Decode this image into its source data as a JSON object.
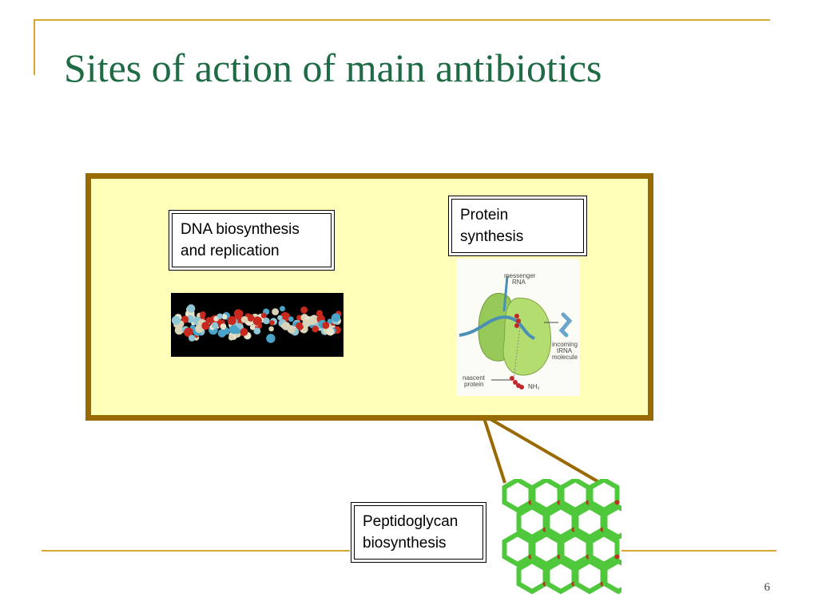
{
  "slide": {
    "title": "Sites of action of main antibiotics",
    "page_number": "6"
  },
  "labels": {
    "dna": "DNA biosynthesis\nand replication",
    "protein": "Protein\nsynthesis",
    "peptidoglycan": "Peptidoglycan\nbiosynthesis"
  },
  "ribosome_figure": {
    "messenger": "messenger",
    "rna": "RNA",
    "incoming": "incoming",
    "trna": "tRNA",
    "molecule": "molecule",
    "nascent": "nascent",
    "protein": "protein",
    "nh2": "NH₂"
  },
  "colors": {
    "title": "#1e6b45",
    "accent_rule": "#d6a82e",
    "cell_fill": "#ffffb9",
    "cell_border": "#9a6a02"
  }
}
